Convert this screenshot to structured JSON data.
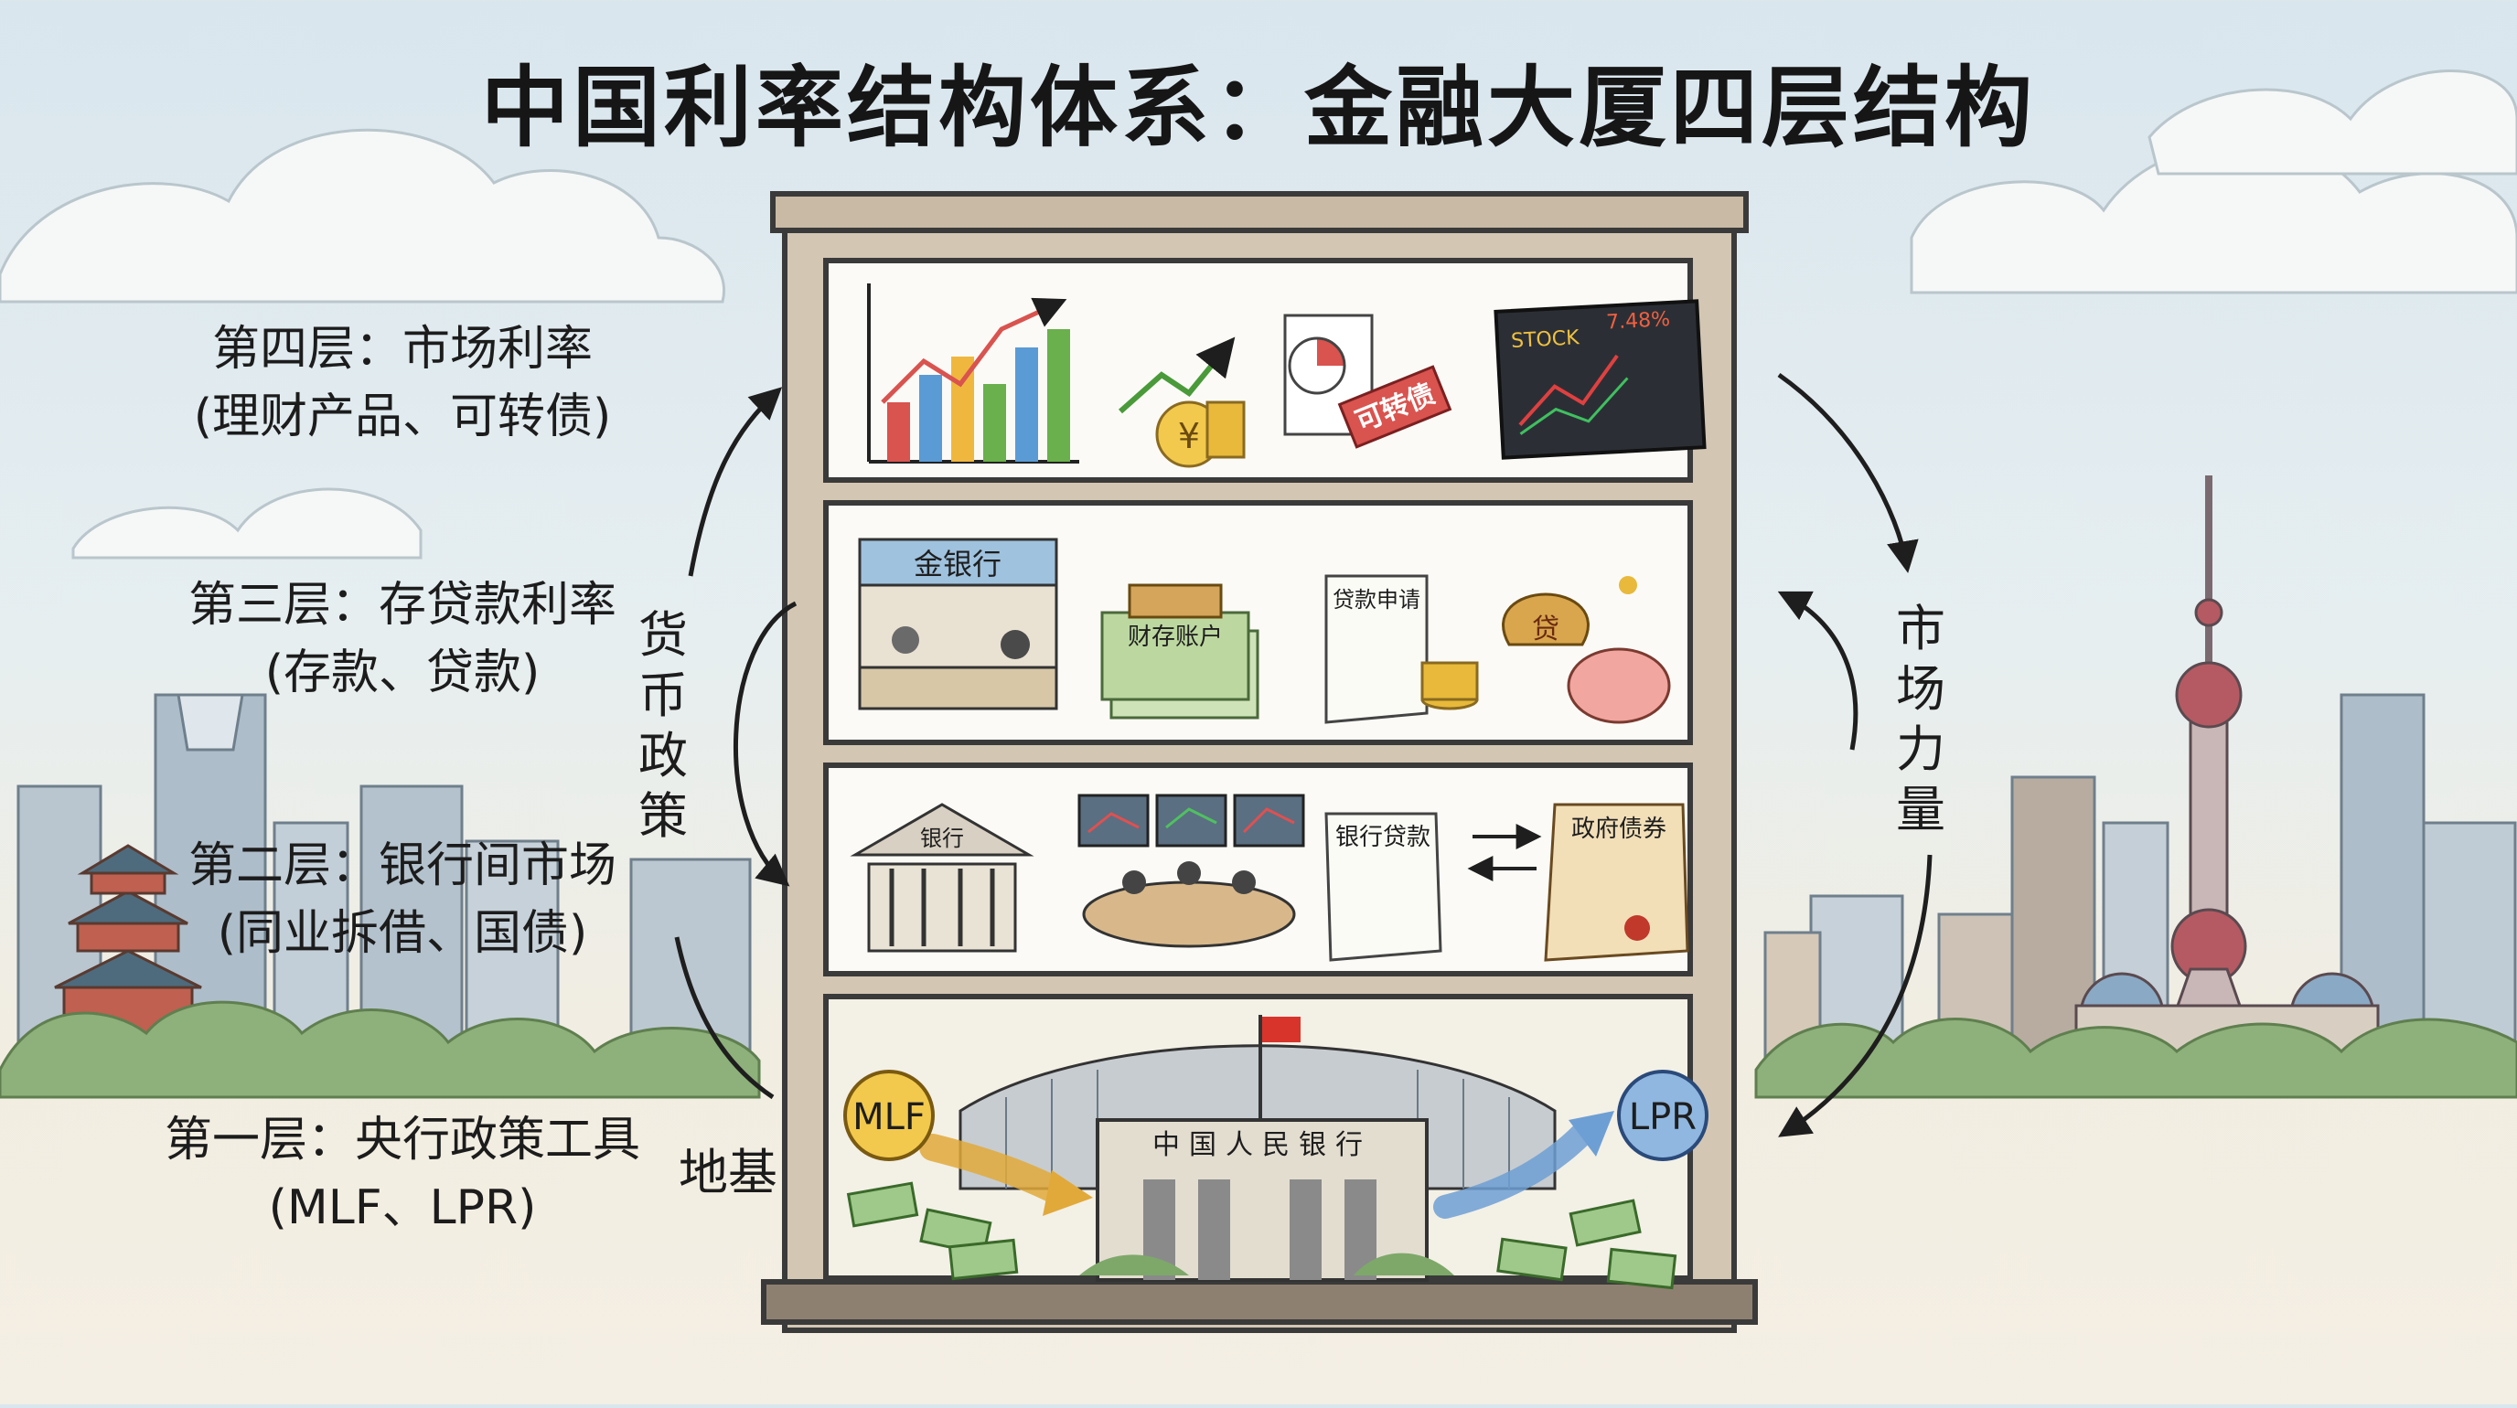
{
  "title": "中国利率结构体系：金融大厦四层结构",
  "floors": [
    {
      "name": "第四层：市场利率",
      "detail": "(理财产品、可转债)"
    },
    {
      "name": "第三层：存贷款利率",
      "detail": "(存款、贷款)"
    },
    {
      "name": "第二层：银行间市场",
      "detail": "(同业拆借、国债)"
    },
    {
      "name": "第一层：央行政策工具",
      "detail": "(MLF、LPR)"
    }
  ],
  "side_labels": {
    "monetary_policy": "货币政策",
    "market_forces": "市场力量",
    "foundation": "地基"
  },
  "floor4_items": {
    "bond_tag": "可转债",
    "screen_title": "STOCK",
    "screen_value": "7.48%"
  },
  "floor3_items": {
    "bank_sign": "金银行",
    "account_card": "财存账户",
    "loan_doc": "贷款申请",
    "money_bag": "贷"
  },
  "floor2_items": {
    "bank_building": "银行",
    "bank_loan_doc": "银行贷款",
    "gov_bond_doc": "政府债券"
  },
  "floor1_items": {
    "mlf": "MLF",
    "lpr": "LPR",
    "pboc_sign": "中国人民银行"
  },
  "colors": {
    "mlf_coin": "#f2c94c",
    "lpr_coin": "#8fb7e0",
    "bond_tag": "#d9534f",
    "bank_sign": "#9fc2de",
    "flow_arrow": "#e0a93a",
    "flow_arrow_blue": "#6d9fd4"
  }
}
